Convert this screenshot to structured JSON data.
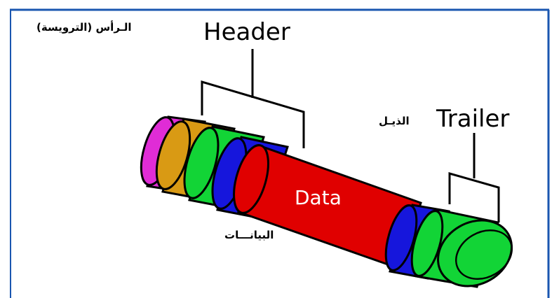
{
  "labels": {
    "header_en": "Header",
    "header_ar": "الـرأس (الترويسة)",
    "trailer_en": "Trailer",
    "trailer_ar": "الذيـل",
    "data_en": "Data",
    "data_ar": "البيانـــات"
  },
  "colors": {
    "frame": "#1a56b0",
    "segment_magenta": "#e02cd6",
    "segment_orange": "#d99a14",
    "segment_green": "#12d436",
    "segment_blue": "#1616dc",
    "segment_red": "#e00000",
    "data_text": "#ffffff"
  }
}
